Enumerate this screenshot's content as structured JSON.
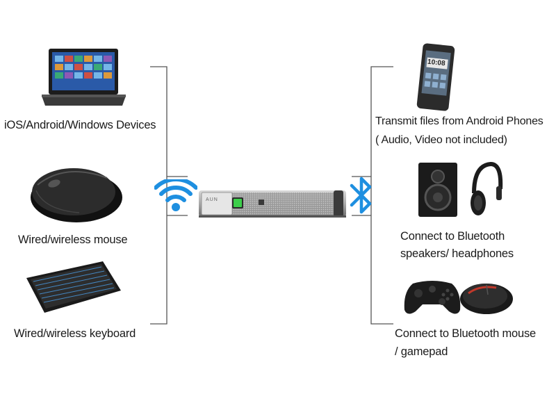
{
  "left": {
    "devices_label": "iOS/Android/Windows Devices",
    "mouse_label": "Wired/wireless mouse",
    "keyboard_label": "Wired/wireless keyboard"
  },
  "right": {
    "phone_label_line1": "Transmit files from Android Phones",
    "phone_label_line2": "( Audio, Video not included)",
    "speaker_label_line1": "Connect to Bluetooth",
    "speaker_label_line2": "speakers/ headphones",
    "gamepad_label_line1": "Connect to Bluetooth mouse",
    "gamepad_label_line2": "/ gamepad"
  },
  "center": {
    "wifi_icon": "wifi-icon",
    "bluetooth_icon": "bluetooth-icon",
    "projector_brand": "AUN"
  },
  "phone_clock": "10:08",
  "colors": {
    "accent_blue": "#1e8fe0",
    "line": "#555555"
  }
}
